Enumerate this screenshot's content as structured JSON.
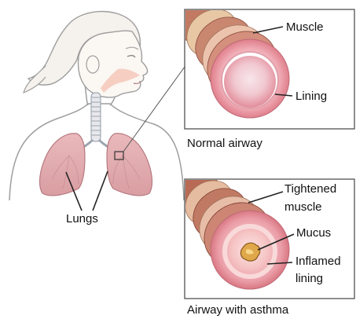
{
  "body_figure": {
    "lungs_label": "Lungs"
  },
  "normal_panel": {
    "caption": "Normal airway",
    "labels": {
      "muscle": "Muscle",
      "lining": "Lining"
    }
  },
  "asthma_panel": {
    "caption": "Airway with asthma",
    "labels": {
      "tightened_muscle_line1": "Tightened",
      "tightened_muscle_line2": "muscle",
      "mucus": "Mucus",
      "inflamed_lining_line1": "Inflamed",
      "inflamed_lining_line2": "lining"
    }
  }
}
